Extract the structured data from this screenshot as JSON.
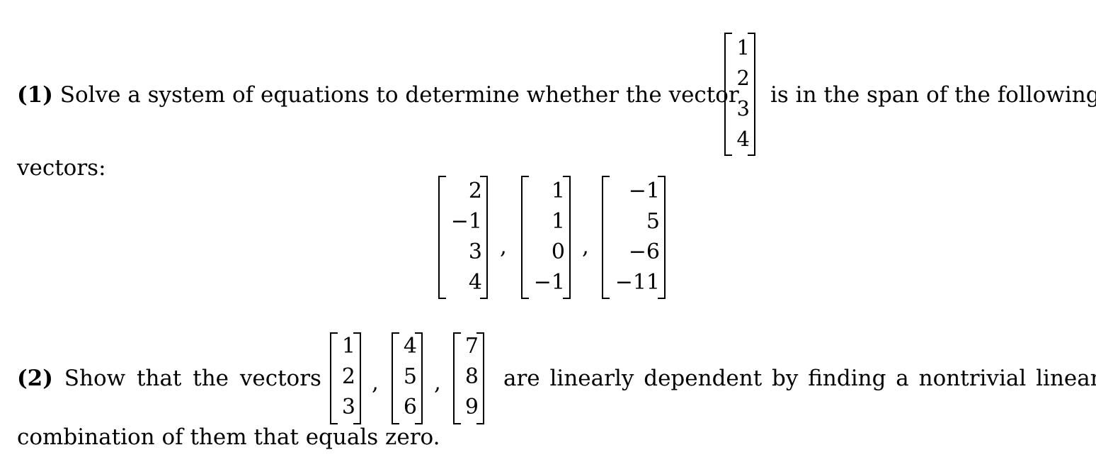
{
  "problem1": {
    "number": "(1)",
    "text_before": "Solve a system of equations to determine whether the vector",
    "target_vector": [
      "1",
      "2",
      "3",
      "4"
    ],
    "text_after": "is in the span of the following",
    "continuation": "vectors:",
    "span_vectors": [
      [
        "2",
        "−1",
        "3",
        "4"
      ],
      [
        "1",
        "1",
        "0",
        "−1"
      ],
      [
        "−1",
        "5",
        "−6",
        "−11"
      ]
    ],
    "separator": ","
  },
  "problem2": {
    "number": "(2)",
    "text_before": "Show that the vectors",
    "vectors": [
      [
        "1",
        "2",
        "3"
      ],
      [
        "4",
        "5",
        "6"
      ],
      [
        "7",
        "8",
        "9"
      ]
    ],
    "separator": ",",
    "text_after": "are linearly dependent by finding a nontrivial linear",
    "continuation": "combination of them that equals zero."
  }
}
